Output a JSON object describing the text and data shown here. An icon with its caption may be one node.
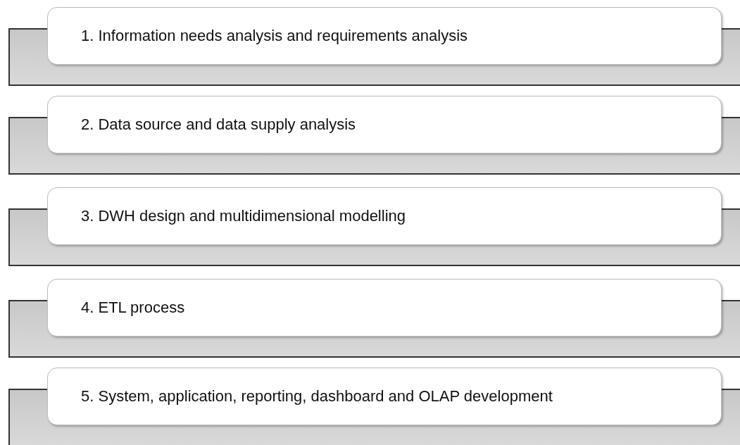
{
  "diagram": {
    "nodes": [
      {
        "text": [
          "1. Information needs analysis and requirements analysis"
        ]
      },
      {
        "text": [
          "2. Data source and data supply analysis"
        ]
      },
      {
        "text": [
          "3. DWH design and multidimensional modelling"
        ]
      },
      {
        "text": [
          "4. ETL process"
        ]
      },
      {
        "text": [
          "5. System, application, reporting, dashboard and OLAP development"
        ]
      }
    ]
  }
}
